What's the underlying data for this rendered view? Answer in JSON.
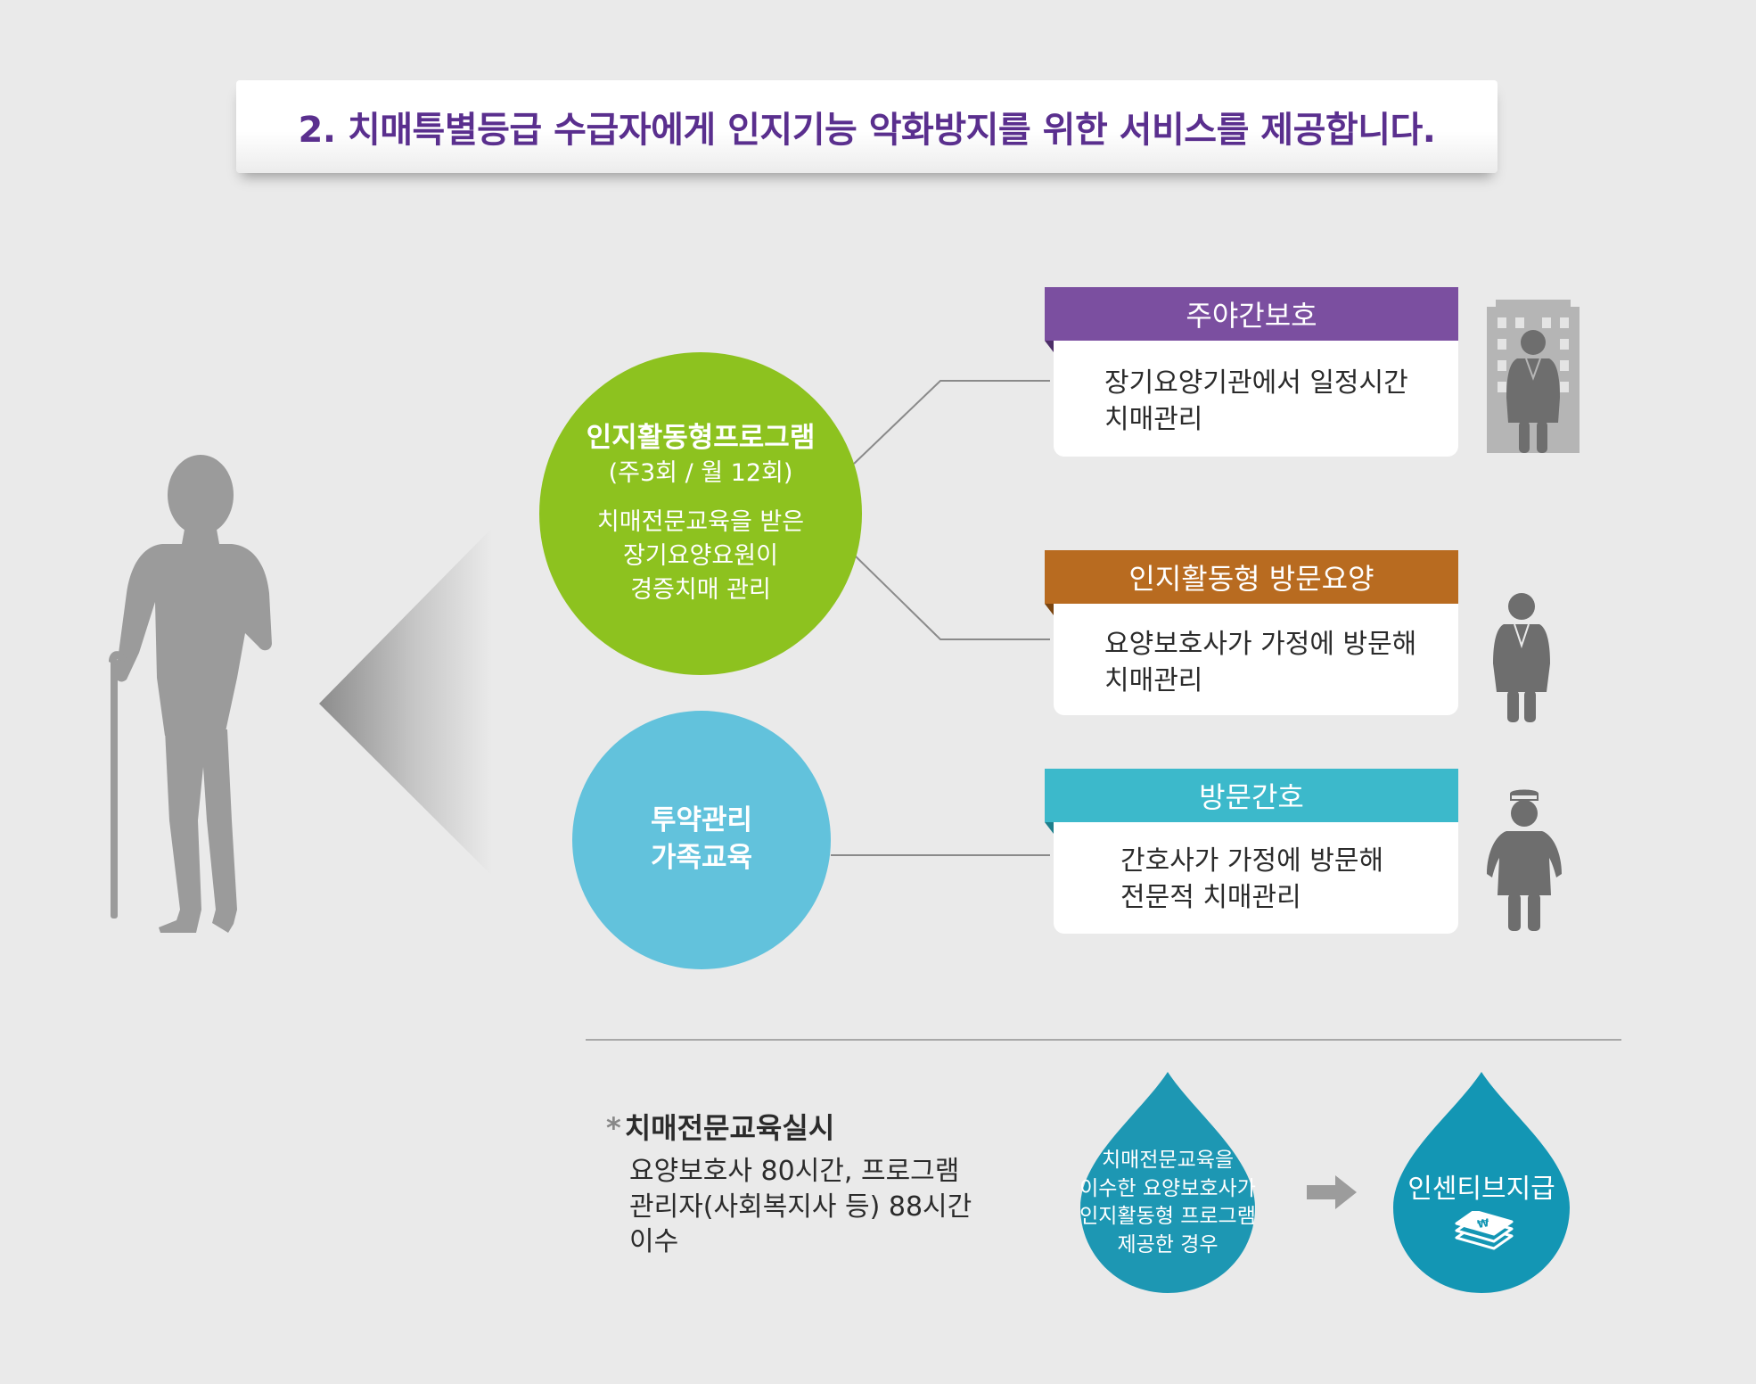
{
  "title": "2. 치매특별등급 수급자에게 인지기능 악화방지를 위한 서비스를 제공합니다.",
  "program_circle": {
    "title": "인지활동형프로그램",
    "frequency": "(주3회 / 월 12회)",
    "desc_lines": [
      "치매전문교육을 받은",
      "장기요양요원이",
      "경증치매 관리"
    ],
    "color": "#8dc21f"
  },
  "medication_circle": {
    "lines": [
      "투약관리",
      "가족교육"
    ],
    "color": "#62c2dc"
  },
  "services": [
    {
      "title": "주야간보호",
      "desc_lines": [
        "장기요양기관에서 일정시간",
        "치매관리"
      ],
      "color": "#7b4fa0",
      "icon": "building-caregiver-icon"
    },
    {
      "title": "인지활동형 방문요양",
      "desc_lines": [
        "요양보호사가 가정에 방문해",
        "치매관리"
      ],
      "color": "#b86b20",
      "icon": "caregiver-icon"
    },
    {
      "title": "방문간호",
      "desc_lines": [
        "간호사가 가정에 방문해",
        "전문적 치매관리"
      ],
      "color": "#3cb9cb",
      "icon": "nurse-icon"
    }
  ],
  "training": {
    "marker": "*",
    "title": "치매전문교육실시",
    "body_lines": [
      "요양보호사 80시간, 프로그램",
      "관리자(사회복지사 등) 88시간",
      "이수"
    ]
  },
  "condition_drop": {
    "lines": [
      "치매전문교육을",
      "이수한 요양보호사가",
      "인지활동형 프로그램",
      "제공한 경우"
    ],
    "color": "#1d97b3"
  },
  "incentive_drop": {
    "label": "인센티브지급",
    "icon": "money-stack-icon",
    "color": "#1396b4"
  },
  "icons": {
    "elderly": "elderly-person-with-cane-icon",
    "arrow": "right-arrow-icon"
  }
}
